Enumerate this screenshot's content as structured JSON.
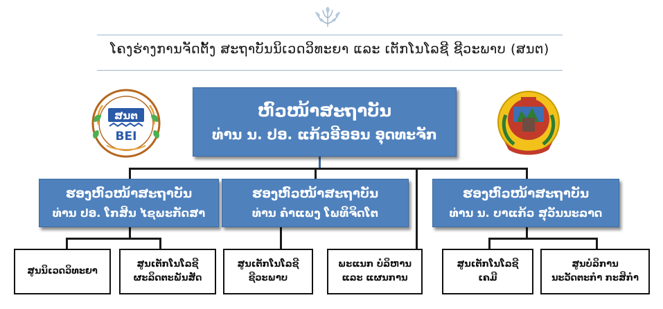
{
  "header": {
    "title": "ໂຄງຮ່າງການຈັດຕັ້ງ ສະຖາບັນນິເວດວິທະຍາ ແລະ ເຕັກໂນໂລຊີ ຊີວະພາບ (ສນຕ)"
  },
  "logos": {
    "bei_text": "ສນຕ",
    "bei_sub": "BEI"
  },
  "org": {
    "head": {
      "title": "ຫົວໜ້າສະຖາບັນ",
      "name": "ທ່ານ ນ. ປອ. ແກ້ວອີອອນ ອຸດທະຈັກ"
    },
    "deputies": [
      {
        "title": "ຮອງຫົວໜ້າສະຖາບັນ",
        "name": "ທ່ານ ປອ. ໂກສິນ ໄຊພະກັດສາ"
      },
      {
        "title": "ຮອງຫົວໜ້າສະຖາບັນ",
        "name": "ທ່ານ ຄໍາແພງ ໂພທິຈິດໂຕ"
      },
      {
        "title": "ຮອງຫົວໜ້າສະຖາບັນ",
        "name": "ທ່ານ ນ. ບາແກ້ວ ສຸວັນນະລາດ"
      }
    ],
    "units": [
      {
        "line1": "ສູນນິເວດວິທະຍາ",
        "line2": ""
      },
      {
        "line1": "ສູນເຕັກໂນໂລຊີ",
        "line2": "ຜະລິດຕະພັນສັດ"
      },
      {
        "line1": "ສູນເຕັກໂນໂລຊີ",
        "line2": "ຊີວະພາບ"
      },
      {
        "line1": "ພະແນກ ບໍລິຫານ",
        "line2": "ແລະ ແຜນການ"
      },
      {
        "line1": "ສູນເຕັກໂນໂລຊີ",
        "line2": "ເຄມີ"
      },
      {
        "line1": "ສູນບໍລິການ",
        "line2": "ນະວັດຕະກໍາ ກະສິກໍາ"
      }
    ]
  },
  "colors": {
    "box_blue": "#4f81bd",
    "rule": "#9fb4cc",
    "leaf_green": "#4caf50"
  }
}
